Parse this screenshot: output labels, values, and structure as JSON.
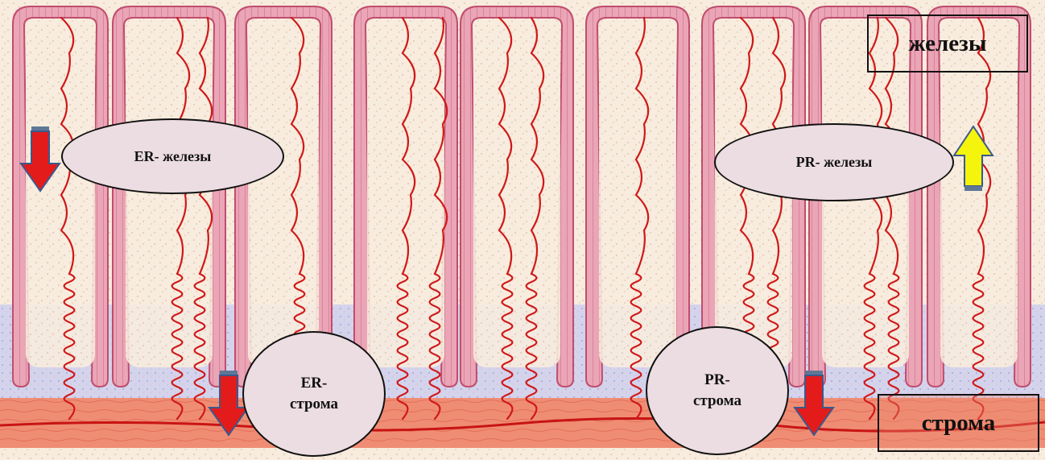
{
  "labels": {
    "er_glands": "ER- железы",
    "pr_glands": "PR- железы",
    "er_stroma": "ER-\nстрома",
    "pr_stroma": "PR-\nстрома",
    "glands_box": "железы",
    "stroma_box": "строма"
  },
  "arrows": [
    {
      "id": "er-glands-arrow",
      "direction": "down",
      "color": "#e31b1b"
    },
    {
      "id": "er-stroma-arrow",
      "direction": "down",
      "color": "#e31b1b"
    },
    {
      "id": "pr-stroma-arrow",
      "direction": "down",
      "color": "#e31b1b"
    },
    {
      "id": "pr-glands-arrow",
      "direction": "up",
      "color": "#f2f20a"
    }
  ],
  "colors": {
    "gland_wall": "#e9a2b4",
    "gland_wall_edge": "#c04d6e",
    "gland_lumen": "#ffffff",
    "stroma_upper": "#f7ecdd",
    "stroma_basal": "#cbcbe6",
    "muscle_layer": "#ef8a70",
    "vessel": "#d01818",
    "label_fill": "#ecdde2",
    "arrow_outline": "#3a5a8c"
  }
}
